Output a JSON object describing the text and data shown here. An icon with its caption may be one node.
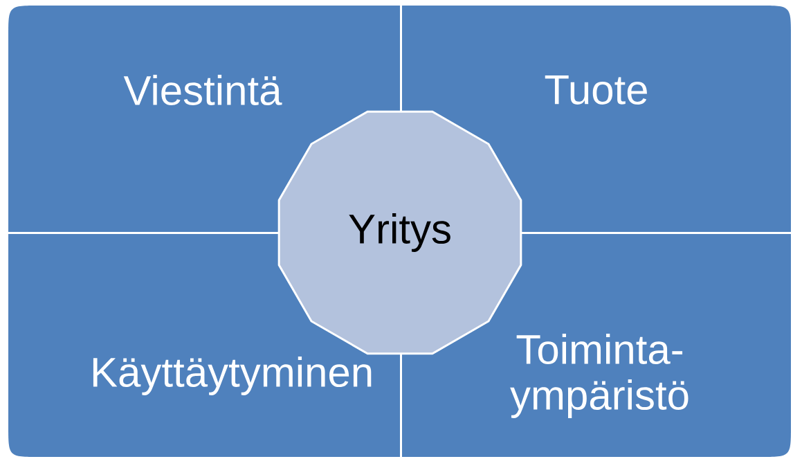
{
  "diagram": {
    "nodes": [
      {
        "text": [
          "Viestintä"
        ]
      },
      {
        "text": [
          "Tuote"
        ]
      },
      {
        "text": [
          "Yritys"
        ]
      },
      {
        "text": [
          "Käyttäytyminen"
        ]
      },
      {
        "text": [
          "Toiminta- ympäristö"
        ]
      }
    ]
  }
}
